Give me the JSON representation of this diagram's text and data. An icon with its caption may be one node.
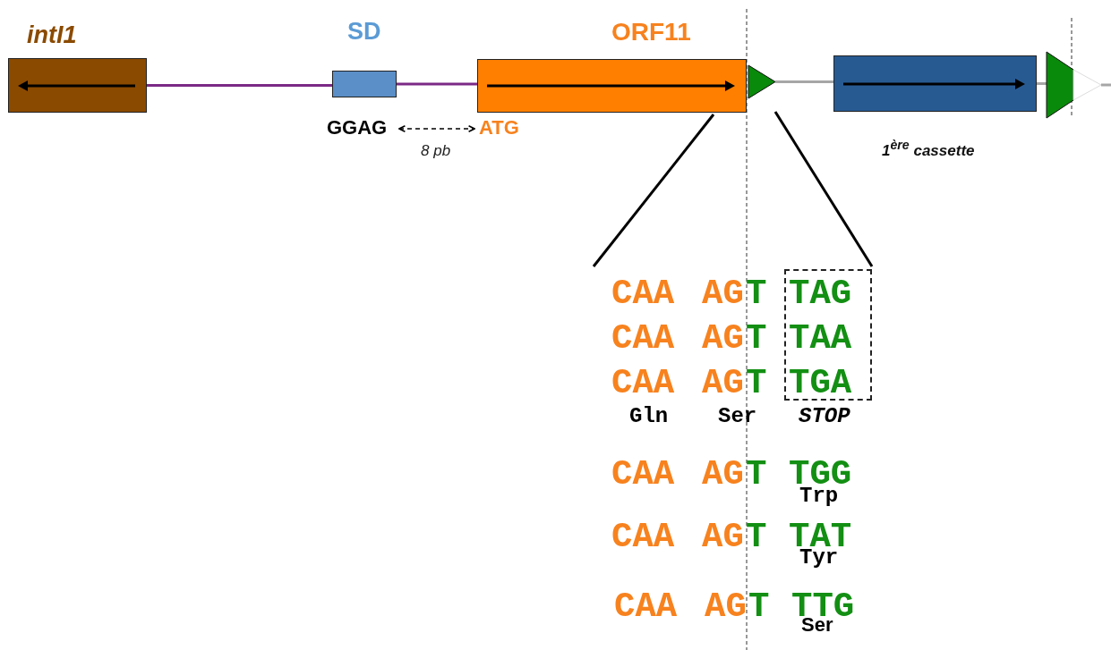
{
  "diagram": {
    "nodes": [
      {
        "text": [
          "intI1"
        ]
      },
      {
        "text": [
          "SD"
        ]
      },
      {
        "text": [
          "ORF11"
        ]
      },
      {
        "text": [],
        "shape": "triangle"
      },
      {
        "text": [
          "1$^{ère}$ cassette"
        ]
      },
      {
        "text": [],
        "shape": "triangle"
      },
      {
        "text": [],
        "shape": "triangle"
      },
      {
        "text": [
          "TAG",
          "TAA",
          "TGA"
        ]
      }
    ],
    "edges": [
      {
        "from": 0,
        "to": 1,
        "arrow": "none",
        "color": "#7b2a86"
      },
      {
        "from": 1,
        "to": 2,
        "arrow": "none",
        "color": "#7b2a86"
      },
      {
        "from": 3,
        "to": 4,
        "arrow": "none"
      },
      {
        "from": 4,
        "to": 5,
        "arrow": "none"
      },
      {
        "from": 6,
        "to": null,
        "arrow": "none"
      }
    ],
    "labels": [
      "GGAG",
      "8 pb",
      "ATG",
      "CAA",
      "AG",
      "T",
      "CAA",
      "AG",
      "T",
      "CAA",
      "AG",
      "T",
      "Gln",
      "Ser",
      "STOP",
      "CAA",
      "AG",
      "T",
      "TGG",
      "Trp",
      "CAA",
      "AG",
      "T",
      "TAT",
      "Tyr",
      "CAA",
      "AG",
      "T",
      "TTG",
      "Ser"
    ]
  }
}
